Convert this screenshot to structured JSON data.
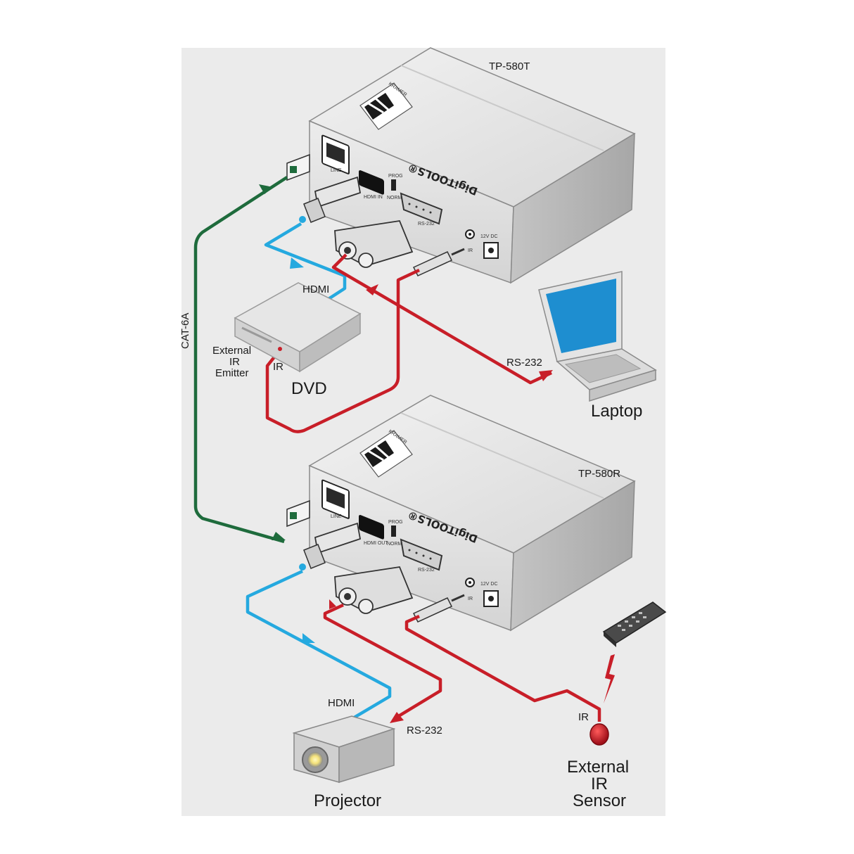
{
  "devices": {
    "transmitter": {
      "model": "TP-580T",
      "brand": "KRAMER",
      "series": "DigiTOOLS®",
      "ports": [
        "LINE",
        "HDMI IN",
        "PROG",
        "NORM",
        "RS-232",
        "IR",
        "12V DC"
      ]
    },
    "receiver": {
      "model": "TP-580R",
      "brand": "KRAMER",
      "series": "DigiTOOLS®",
      "ports": [
        "LINE",
        "HDMI OUT",
        "PROG",
        "NORM",
        "RS-232",
        "IR",
        "12V DC"
      ]
    }
  },
  "sources": {
    "dvd": {
      "label": "DVD",
      "ir_label": "IR",
      "emitter_label": [
        "External",
        "IR",
        "Emitter"
      ]
    },
    "laptop": {
      "label": "Laptop"
    }
  },
  "sinks": {
    "projector": {
      "label": "Projector"
    },
    "ir_sensor": {
      "label": [
        "External",
        "IR",
        "Sensor"
      ],
      "ir_label": "IR"
    }
  },
  "cables": {
    "cat": {
      "label": "CAT-6A",
      "color": "#1e6b3c"
    },
    "hdmi": {
      "label": "HDMI",
      "color": "#25a9df"
    },
    "rs232": {
      "label": "RS-232",
      "color": "#c81e28"
    },
    "ir": {
      "label": "IR",
      "color": "#c81e28"
    }
  },
  "colors": {
    "panel_background": "#ebebeb",
    "device_body": "#dcdcdc",
    "device_top": "#e9e9e9",
    "device_side": "#b7b7b7"
  }
}
